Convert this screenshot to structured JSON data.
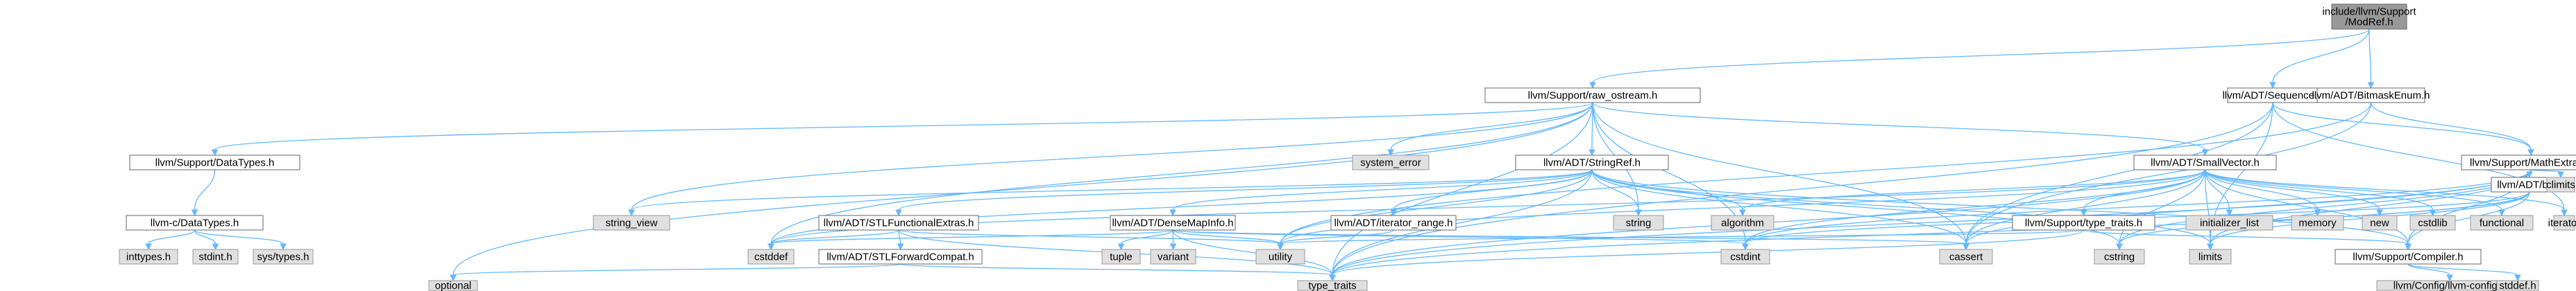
{
  "colors": {
    "edge": "#63b8ff",
    "root_fill": "#999999",
    "file_fill": "#ffffff",
    "system_fill": "#e0e0e0",
    "border": "#666666"
  },
  "nodes": {
    "modref": {
      "lines": [
        "include/llvm/Support",
        "/ModRef.h"
      ],
      "kind": "root"
    },
    "raw_ostream": {
      "lines": [
        "llvm/Support/raw_ostream.h"
      ],
      "kind": "file"
    },
    "sequence": {
      "lines": [
        "llvm/ADT/Sequence.h"
      ],
      "kind": "file"
    },
    "bitmask": {
      "lines": [
        "llvm/ADT/BitmaskEnum.h"
      ],
      "kind": "file"
    },
    "datatypes": {
      "lines": [
        "llvm/Support/DataTypes.h"
      ],
      "kind": "file"
    },
    "system_error": {
      "lines": [
        "system_error"
      ],
      "kind": "sys"
    },
    "stringref": {
      "lines": [
        "llvm/ADT/StringRef.h"
      ],
      "kind": "file"
    },
    "smallvector": {
      "lines": [
        "llvm/ADT/SmallVector.h"
      ],
      "kind": "file"
    },
    "mathextras": {
      "lines": [
        "llvm/Support/MathExtras.h"
      ],
      "kind": "file"
    },
    "c_datatypes": {
      "lines": [
        "llvm-c/DataTypes.h"
      ],
      "kind": "file"
    },
    "inttypes": {
      "lines": [
        "inttypes.h"
      ],
      "kind": "sys"
    },
    "stdint": {
      "lines": [
        "stdint.h"
      ],
      "kind": "sys"
    },
    "sys_types": {
      "lines": [
        "sys/types.h"
      ],
      "kind": "sys"
    },
    "string_view": {
      "lines": [
        "string_view"
      ],
      "kind": "sys"
    },
    "string": {
      "lines": [
        "string"
      ],
      "kind": "sys"
    },
    "algorithm": {
      "lines": [
        "algorithm"
      ],
      "kind": "sys"
    },
    "stlfunc": {
      "lines": [
        "llvm/ADT/STLFunctionalExtras.h"
      ],
      "kind": "file"
    },
    "densemapinfo": {
      "lines": [
        "llvm/ADT/DenseMapInfo.h"
      ],
      "kind": "file"
    },
    "iterator_range": {
      "lines": [
        "llvm/ADT/iterator_range.h"
      ],
      "kind": "file"
    },
    "type_traits_h": {
      "lines": [
        "llvm/Support/type_traits.h"
      ],
      "kind": "file"
    },
    "initializer_list": {
      "lines": [
        "initializer_list"
      ],
      "kind": "sys"
    },
    "memory": {
      "lines": [
        "memory"
      ],
      "kind": "sys"
    },
    "new": {
      "lines": [
        "new"
      ],
      "kind": "sys"
    },
    "cstdlib": {
      "lines": [
        "cstdlib"
      ],
      "kind": "sys"
    },
    "functional": {
      "lines": [
        "functional"
      ],
      "kind": "sys"
    },
    "iterator": {
      "lines": [
        "iterator"
      ],
      "kind": "sys"
    },
    "bit": {
      "lines": [
        "llvm/ADT/bit.h"
      ],
      "kind": "file"
    },
    "climits": {
      "lines": [
        "climits"
      ],
      "kind": "sys"
    },
    "cstddef": {
      "lines": [
        "cstddef"
      ],
      "kind": "sys"
    },
    "stlforward": {
      "lines": [
        "llvm/ADT/STLForwardCompat.h"
      ],
      "kind": "file"
    },
    "tuple": {
      "lines": [
        "tuple"
      ],
      "kind": "sys"
    },
    "variant": {
      "lines": [
        "variant"
      ],
      "kind": "sys"
    },
    "utility": {
      "lines": [
        "utility"
      ],
      "kind": "sys"
    },
    "cstdint": {
      "lines": [
        "cstdint"
      ],
      "kind": "sys"
    },
    "cassert": {
      "lines": [
        "cassert"
      ],
      "kind": "sys"
    },
    "cstring": {
      "lines": [
        "cstring"
      ],
      "kind": "sys"
    },
    "limits": {
      "lines": [
        "limits"
      ],
      "kind": "sys"
    },
    "compiler": {
      "lines": [
        "llvm/Support/Compiler.h"
      ],
      "kind": "file"
    },
    "optional": {
      "lines": [
        "optional"
      ],
      "kind": "sys"
    },
    "type_traits": {
      "lines": [
        "type_traits"
      ],
      "kind": "sys"
    },
    "llvm_config": {
      "lines": [
        "llvm/Config/llvm-config.h"
      ],
      "kind": "sys"
    },
    "stddef": {
      "lines": [
        "stddef.h"
      ],
      "kind": "sys"
    }
  },
  "edges": [
    [
      "modref",
      "raw_ostream"
    ],
    [
      "modref",
      "sequence"
    ],
    [
      "modref",
      "bitmask"
    ],
    [
      "raw_ostream",
      "datatypes"
    ],
    [
      "raw_ostream",
      "system_error"
    ],
    [
      "raw_ostream",
      "stringref"
    ],
    [
      "raw_ostream",
      "smallvector"
    ],
    [
      "raw_ostream",
      "optional"
    ],
    [
      "raw_ostream",
      "type_traits"
    ],
    [
      "raw_ostream",
      "string_view"
    ],
    [
      "raw_ostream",
      "cstddef"
    ],
    [
      "raw_ostream",
      "cstdint"
    ],
    [
      "raw_ostream",
      "string"
    ],
    [
      "raw_ostream",
      "cassert"
    ],
    [
      "sequence",
      "iterator"
    ],
    [
      "sequence",
      "cassert"
    ],
    [
      "sequence",
      "mathextras"
    ],
    [
      "sequence",
      "type_traits"
    ],
    [
      "sequence",
      "limits"
    ],
    [
      "bitmask",
      "mathextras"
    ],
    [
      "bitmask",
      "cassert"
    ],
    [
      "bitmask",
      "utility"
    ],
    [
      "datatypes",
      "c_datatypes"
    ],
    [
      "c_datatypes",
      "inttypes"
    ],
    [
      "c_datatypes",
      "stdint"
    ],
    [
      "c_datatypes",
      "sys_types"
    ],
    [
      "stringref",
      "string_view"
    ],
    [
      "stringref",
      "string"
    ],
    [
      "stringref",
      "algorithm"
    ],
    [
      "stringref",
      "stlfunc"
    ],
    [
      "stringref",
      "densemapinfo"
    ],
    [
      "stringref",
      "iterator_range"
    ],
    [
      "stringref",
      "compiler"
    ],
    [
      "stringref",
      "cstddef"
    ],
    [
      "stringref",
      "cstring"
    ],
    [
      "stringref",
      "limits"
    ],
    [
      "stringref",
      "type_traits"
    ],
    [
      "stringref",
      "utility"
    ],
    [
      "stringref",
      "cassert"
    ],
    [
      "smallvector",
      "compiler"
    ],
    [
      "smallvector",
      "type_traits_h"
    ],
    [
      "smallvector",
      "algorithm"
    ],
    [
      "smallvector",
      "cassert"
    ],
    [
      "smallvector",
      "cstddef"
    ],
    [
      "smallvector",
      "cstdlib"
    ],
    [
      "smallvector",
      "cstring"
    ],
    [
      "smallvector",
      "functional"
    ],
    [
      "smallvector",
      "initializer_list"
    ],
    [
      "smallvector",
      "iterator"
    ],
    [
      "smallvector",
      "limits"
    ],
    [
      "smallvector",
      "memory"
    ],
    [
      "smallvector",
      "new"
    ],
    [
      "smallvector",
      "type_traits"
    ],
    [
      "smallvector",
      "utility"
    ],
    [
      "smallvector",
      "cstdint"
    ],
    [
      "mathextras",
      "bit"
    ],
    [
      "mathextras",
      "compiler"
    ],
    [
      "mathextras",
      "cassert"
    ],
    [
      "mathextras",
      "climits"
    ],
    [
      "mathextras",
      "cstdint"
    ],
    [
      "mathextras",
      "cstring"
    ],
    [
      "mathextras",
      "limits"
    ],
    [
      "mathextras",
      "type_traits"
    ],
    [
      "stlfunc",
      "stlforward"
    ],
    [
      "stlfunc",
      "cstddef"
    ],
    [
      "stlfunc",
      "type_traits"
    ],
    [
      "stlfunc",
      "utility"
    ],
    [
      "stlforward",
      "optional"
    ],
    [
      "stlforward",
      "type_traits"
    ],
    [
      "densemapinfo",
      "cassert"
    ],
    [
      "densemapinfo",
      "cstddef"
    ],
    [
      "densemapinfo",
      "cstdint"
    ],
    [
      "densemapinfo",
      "tuple"
    ],
    [
      "densemapinfo",
      "type_traits"
    ],
    [
      "densemapinfo",
      "utility"
    ],
    [
      "densemapinfo",
      "variant"
    ],
    [
      "iterator_range",
      "utility"
    ],
    [
      "type_traits_h",
      "compiler"
    ],
    [
      "type_traits_h",
      "type_traits"
    ],
    [
      "type_traits_h",
      "utility"
    ],
    [
      "bit",
      "compiler"
    ],
    [
      "bit",
      "cstdint"
    ],
    [
      "bit",
      "cstring"
    ],
    [
      "bit",
      "limits"
    ],
    [
      "bit",
      "type_traits"
    ],
    [
      "compiler",
      "llvm_config"
    ],
    [
      "compiler",
      "stddef"
    ]
  ]
}
